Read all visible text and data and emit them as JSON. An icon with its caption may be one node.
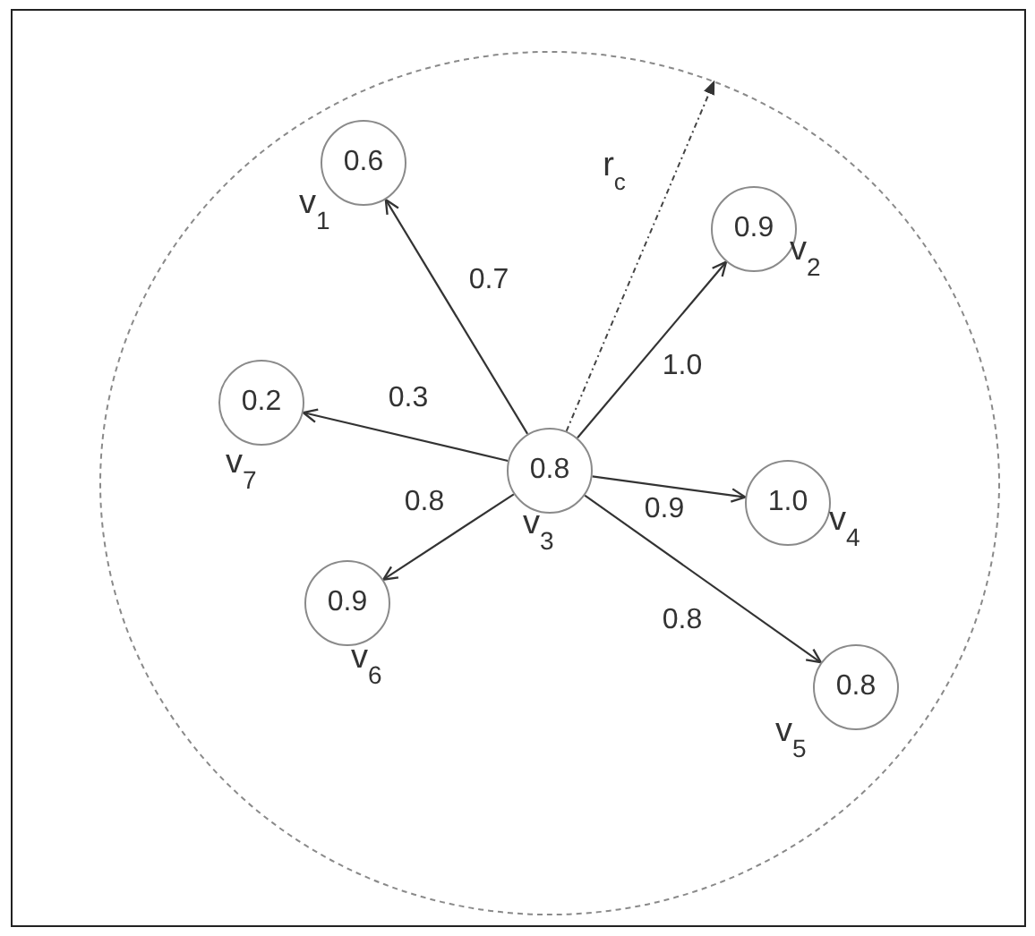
{
  "diagram": {
    "nodes": [
      {
        "text": [],
        "shape": "circle"
      },
      {
        "text": [
          "0.6"
        ],
        "beside": [
          "v$_{1}$"
        ],
        "in": 0
      },
      {
        "text": [
          "0.9"
        ],
        "beside": [
          "v$_{2}$"
        ],
        "in": 0
      },
      {
        "text": [
          "0.2"
        ],
        "beside": [
          "v$_{7}$"
        ],
        "in": 0
      },
      {
        "text": [
          "0.8"
        ],
        "beside": [
          "v$_{3}$"
        ],
        "in": 0
      },
      {
        "text": [
          "1.0"
        ],
        "beside": [
          "v$_{4}$"
        ],
        "in": 0
      },
      {
        "text": [
          "0.9"
        ],
        "beside": [
          "v$_{6}$"
        ],
        "in": 0
      },
      {
        "text": [
          "0.8"
        ],
        "beside": [
          "v$_{5}$"
        ],
        "in": 0
      }
    ],
    "edges": [
      {
        "from": 4,
        "to": 0,
        "arrow": "to",
        "label": "r$_{c}$",
        "style": "dashed"
      },
      {
        "from": 4,
        "to": 1,
        "arrow": "to",
        "label": "0.7"
      },
      {
        "from": 4,
        "to": 2,
        "arrow": "to",
        "label": "1.0"
      },
      {
        "from": 4,
        "to": 3,
        "arrow": "to",
        "label": "0.3"
      },
      {
        "from": 4,
        "to": 6,
        "arrow": "to",
        "label": "0.8"
      },
      {
        "from": 4,
        "to": 5,
        "arrow": "to",
        "label": "0.9"
      },
      {
        "from": 4,
        "to": 7,
        "arrow": "to",
        "label": "0.8"
      }
    ]
  }
}
